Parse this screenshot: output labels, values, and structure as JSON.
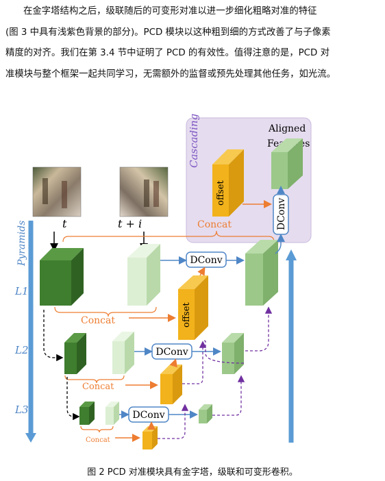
{
  "paragraph": {
    "line1": "在金字塔结构之后，级联随后的可变形对准以进一步细化粗略对准的特征",
    "line2": "(图 3 中具有浅紫色背景的部分)。PCD 模块以这种粗到细的方式改善了与子像素",
    "line3": "精度的对齐。我们在第 3.4 节中证明了 PCD 的有效性。值得注意的是，PCD 对",
    "line4": "准模块与整个框架一起共同学习，无需额外的监督或预先处理其他任务，如光流。"
  },
  "figure": {
    "cascading_label": "Cascading",
    "aligned_label_line1": "Aligned",
    "aligned_label_line2": "Features",
    "pyramids_label": "Pyramids",
    "frame_label_t": "t",
    "frame_label_ti": "t + i",
    "level_labels": [
      "L1",
      "L2",
      "L3"
    ],
    "offset_label": "offset",
    "concat_label": "Concat",
    "dconv_label": "DConv",
    "colors": {
      "cascade_bg": "#e5dcef",
      "cascade_border": "#c9b9de",
      "dark_green": "#3f7d2f",
      "light_green": "#d8ebcf",
      "mid_green": "#9cc98a",
      "offset_orange": "#f2b21b",
      "arrow_blue": "#4f86c6",
      "concat_orange": "#ed7d31",
      "dashed_purple": "#7030a0",
      "label_purple": "#7e57c2"
    }
  },
  "caption": "图 2 PCD 对准模块具有金字塔，级联和可变形卷积。"
}
